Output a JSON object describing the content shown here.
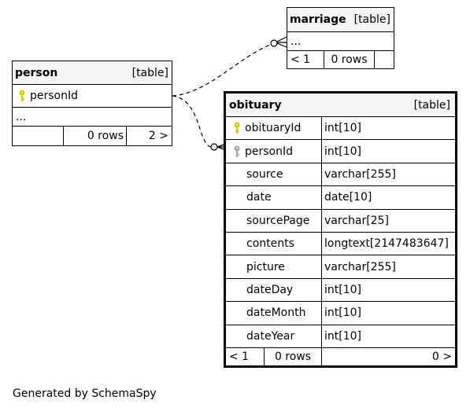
{
  "colors": {
    "header_bg": "#f4f4f4",
    "primary_key": "#d7c800",
    "foreign_key": "#a6a6a6",
    "line": "#000000"
  },
  "tables": {
    "marriage": {
      "name": "marriage",
      "tag": "[table]",
      "ellipsis": "...",
      "nav_prev": "< 1",
      "rows": "0 rows",
      "nav_next": ""
    },
    "person": {
      "name": "person",
      "tag": "[table]",
      "columns": [
        {
          "name": "personId",
          "key": "primary",
          "key_icon": "primary-key-icon"
        }
      ],
      "ellipsis": "...",
      "nav_prev": "",
      "rows": "0 rows",
      "nav_next": "2 >"
    },
    "obituary": {
      "name": "obituary",
      "tag": "[table]",
      "columns": [
        {
          "name": "obituaryId",
          "type": "int[10]",
          "key": "primary",
          "key_icon": "primary-key-icon"
        },
        {
          "name": "personId",
          "type": "int[10]",
          "key": "foreign",
          "key_icon": "foreign-key-icon"
        },
        {
          "name": "source",
          "type": "varchar[255]",
          "key": ""
        },
        {
          "name": "date",
          "type": "date[10]",
          "key": ""
        },
        {
          "name": "sourcePage",
          "type": "varchar[25]",
          "key": ""
        },
        {
          "name": "contents",
          "type": "longtext[2147483647]",
          "key": ""
        },
        {
          "name": "picture",
          "type": "varchar[255]",
          "key": ""
        },
        {
          "name": "dateDay",
          "type": "int[10]",
          "key": ""
        },
        {
          "name": "dateMonth",
          "type": "int[10]",
          "key": ""
        },
        {
          "name": "dateYear",
          "type": "int[10]",
          "key": ""
        }
      ],
      "nav_prev": "< 1",
      "rows": "0 rows",
      "nav_next": "0 >"
    }
  },
  "caption": "Generated by SchemaSpy"
}
